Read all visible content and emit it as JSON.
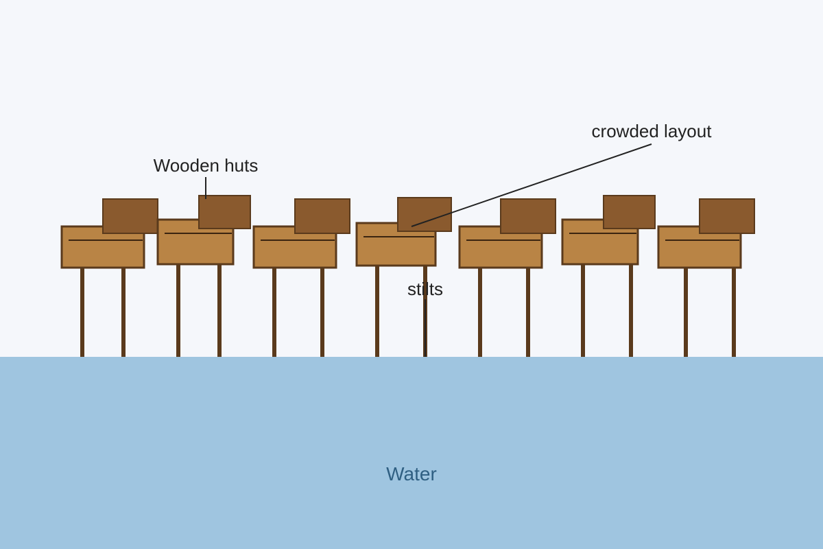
{
  "diagram": {
    "labels": {
      "wooden_huts": "Wooden huts",
      "crowded_layout": "crowded layout",
      "stilts": "stilts",
      "water": "Water"
    },
    "colors": {
      "background": "#f5f7fb",
      "water": "#9fc5e0",
      "water_label": "#2f5f82",
      "hut_body": "#b98445",
      "hut_roof": "#8a5a2e",
      "outline": "#5a3a1c",
      "stilt": "#5a3a1c",
      "leader_line": "#222222",
      "text": "#222222"
    },
    "hut_count": 7
  }
}
